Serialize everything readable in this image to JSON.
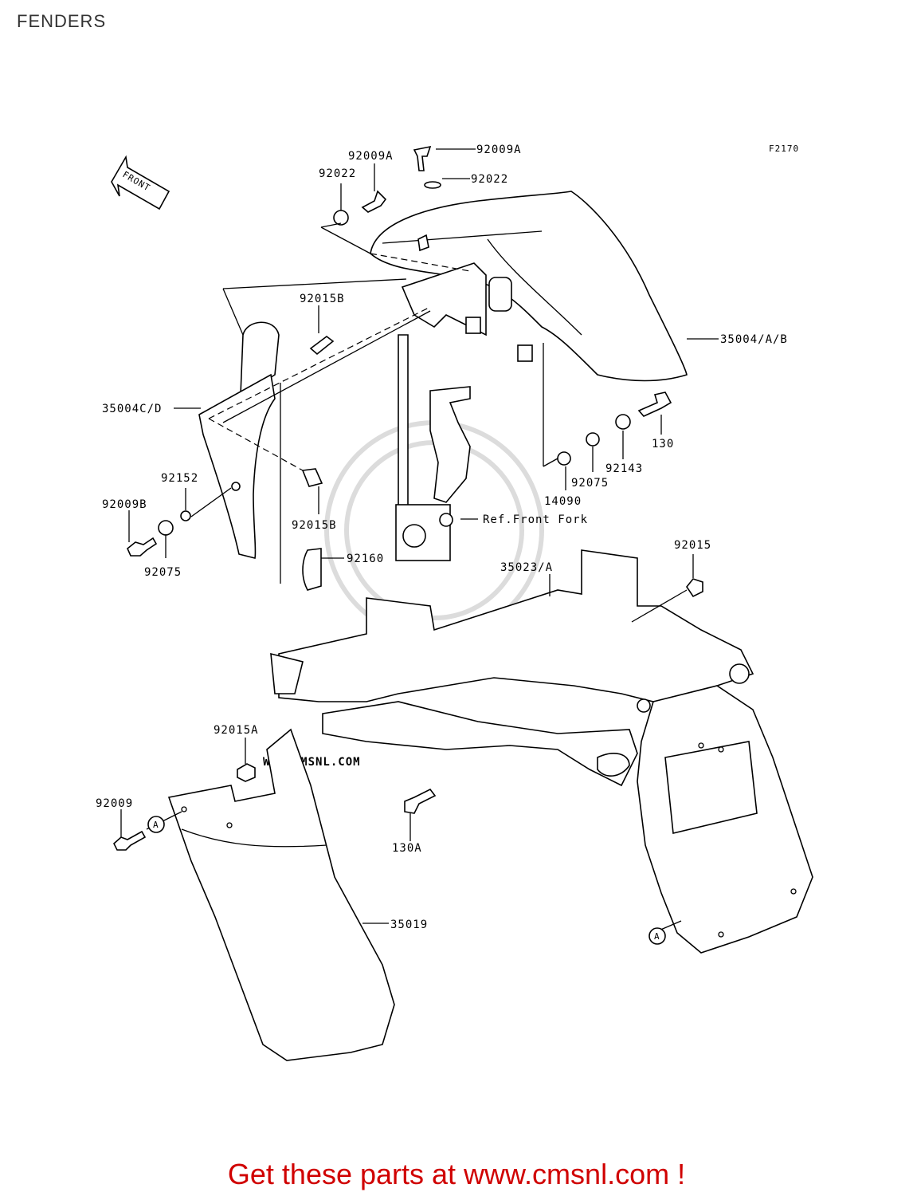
{
  "title": "FENDERS",
  "figure_id": "F2170",
  "direction_label": "FRONT",
  "reference_label": "Ref.Front Fork",
  "callout_letter": "A",
  "part_labels": {
    "p92009A_top": "92009A",
    "p92009A_left": "92009A",
    "p92022_left": "92022",
    "p92022_right": "92022",
    "p35004AB": "35004/A/B",
    "p92015B_top": "92015B",
    "p35004CD": "35004C/D",
    "p130": "130",
    "p92143": "92143",
    "p92075_right": "92075",
    "p14090": "14090",
    "p92152": "92152",
    "p92009B": "92009B",
    "p92015B_low": "92015B",
    "p92075_left": "92075",
    "p92160": "92160",
    "p92015": "92015",
    "p35023A": "35023/A",
    "p92015A": "92015A",
    "p92009": "92009",
    "p130A": "130A",
    "p35019": "35019"
  },
  "footer_text": "Get these parts at www.cmsnl.com !"
}
